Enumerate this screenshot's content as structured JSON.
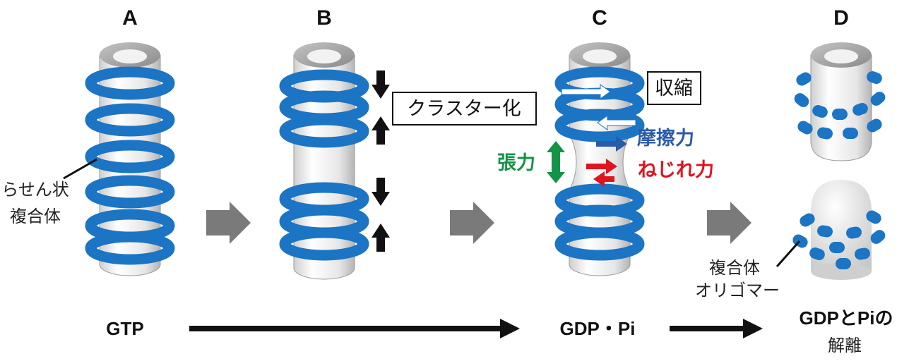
{
  "colors": {
    "helix": "#1b75c4",
    "helix_dark": "#0d4f93",
    "tube": "#e8e8e8",
    "tube_top": "#9a9a9a",
    "stage_arrow": "#7a7a7a",
    "tension": "#139447",
    "friction": "#2b5aa8",
    "torsion": "#e0141e"
  },
  "panels": {
    "a": "A",
    "b": "B",
    "c": "C",
    "d": "D"
  },
  "labels": {
    "helix_complex_line1": "らせん状",
    "helix_complex_line2": "複合体",
    "clustering": "クラスター化",
    "contraction": "収縮",
    "friction": "摩擦力",
    "tension": "張力",
    "torsion": "ねじれ力",
    "oligomer_line1": "複合体",
    "oligomer_line2": "オリゴマー"
  },
  "timeline": {
    "gtp": "GTP",
    "gdp_pi": "GDP・Pi",
    "release_line1": "GDPとPiの",
    "release_line2": "解離"
  },
  "icons": {
    "stage_arrow": "chevron-arrow-icon",
    "compress_arrow": "black-arrow-icon",
    "timeline_arrow": "long-arrow-icon"
  }
}
